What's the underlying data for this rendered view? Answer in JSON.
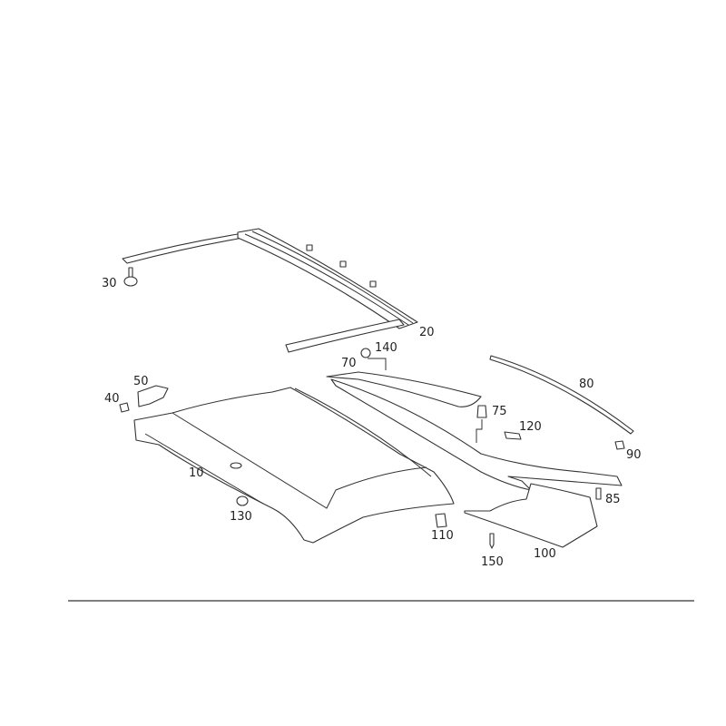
{
  "diagram": {
    "callouts": {
      "p10": "10",
      "p20": "20",
      "p30": "30",
      "p40": "40",
      "p50": "50",
      "p70": "70",
      "p75": "75",
      "p80": "80",
      "p85": "85",
      "p90": "90",
      "p100": "100",
      "p110": "110",
      "p120": "120",
      "p130": "130",
      "p140": "140",
      "p150": "150"
    }
  }
}
